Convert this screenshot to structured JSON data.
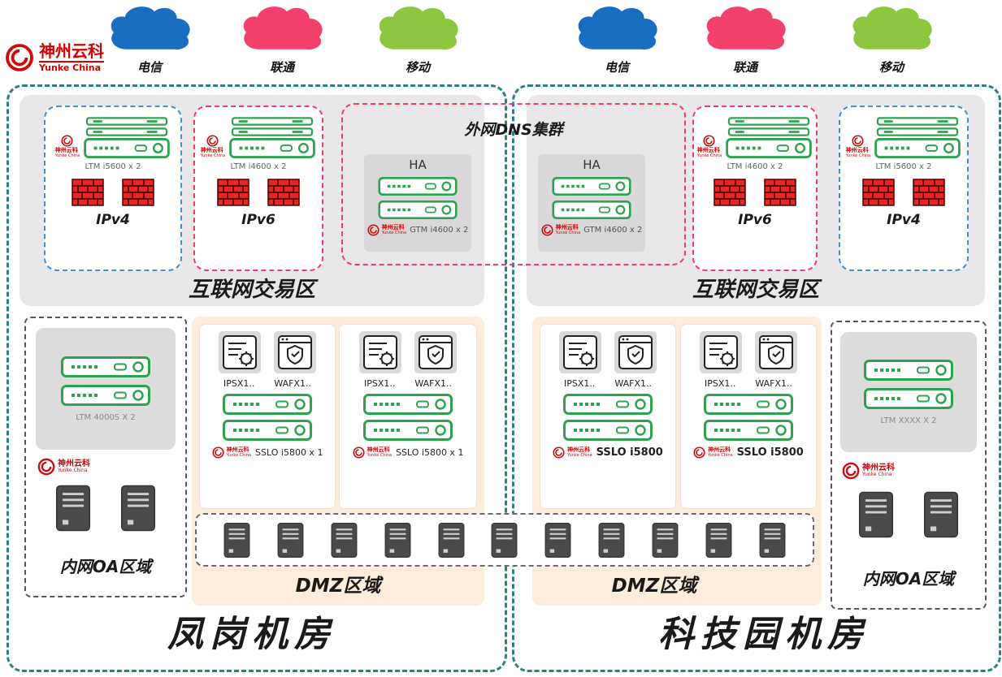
{
  "logo": {
    "title": "神州云科",
    "subtitle": "Yunke China"
  },
  "clouds": {
    "left": [
      {
        "label": "电信",
        "color": "#1a6ec2"
      },
      {
        "label": "联通",
        "color": "#f1416c"
      },
      {
        "label": "移动",
        "color": "#8dc63f"
      }
    ],
    "right": [
      {
        "label": "电信",
        "color": "#1a6ec2"
      },
      {
        "label": "联通",
        "color": "#f1416c"
      },
      {
        "label": "移动",
        "color": "#8dc63f"
      }
    ]
  },
  "dns_cluster": {
    "title": "外网DNS集群",
    "left_ha": {
      "label": "HA",
      "device": "GTM i4600 x 2"
    },
    "right_ha": {
      "label": "HA",
      "device": "GTM i4600 x 2"
    }
  },
  "left_dc": {
    "name": "凤岗机房",
    "trade_zone": {
      "label": "互联网交易区",
      "ipv4": {
        "label": "IPv4",
        "device": "LTM i5600 x 2"
      },
      "ipv6": {
        "label": "IPv6",
        "device": "LTM i4600 x 2"
      }
    },
    "oa_zone": {
      "label": "内网OA区域",
      "device": "LTM 4000S X 2"
    },
    "dmz": {
      "label": "DMZ区域",
      "groups": [
        {
          "ips": "IPSX1..",
          "waf": "WAFX1..",
          "sslo": "SSLO i5800 x 1"
        },
        {
          "ips": "IPSX1..",
          "waf": "WAFX1..",
          "sslo": "SSLO i5800 x 1"
        }
      ]
    }
  },
  "right_dc": {
    "name": "科技园机房",
    "trade_zone": {
      "label": "互联网交易区",
      "ipv6": {
        "label": "IPv6",
        "device": "LTM i4600 x 2"
      },
      "ipv4": {
        "label": "IPv4",
        "device": "LTM i5600 x 2"
      }
    },
    "oa_zone": {
      "label": "内网OA区域",
      "device": "LTM XXXX X 2"
    },
    "dmz": {
      "label": "DMZ区域",
      "groups": [
        {
          "ips": "IPSX1..",
          "waf": "WAFX1..",
          "sslo": "SSLO i5800"
        },
        {
          "ips": "IPSX1..",
          "waf": "WAFX1..",
          "sslo": "SSLO i5800"
        }
      ]
    }
  },
  "colors": {
    "teal_border": "#2e7f80",
    "red_dashed": "#ee3f63",
    "blue_dashed": "#3f8fd2",
    "device_green": "#2fa24f",
    "dmz_bg": "#fbecdc",
    "zone_gray": "#e9e7ea",
    "firewall_red": "#e8251f",
    "server_dark": "#4a4a4a",
    "brand_red": "#d40000"
  }
}
